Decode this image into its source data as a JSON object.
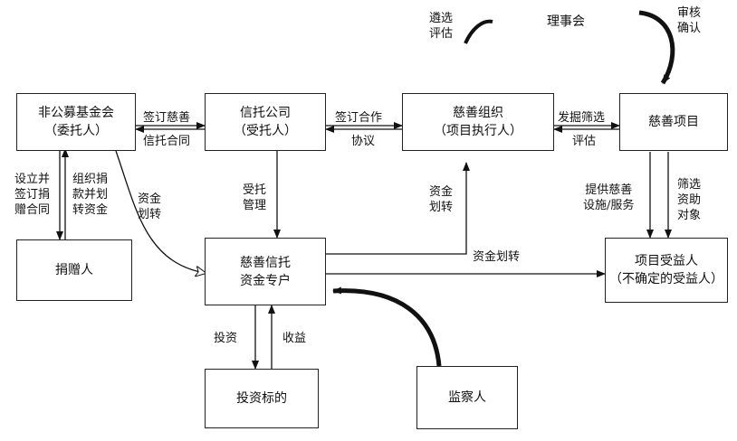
{
  "nodes": {
    "foundation": {
      "line1": "非公募基金会",
      "line2": "（委托人）"
    },
    "trust_company": {
      "line1": "信托公司",
      "line2": "（受托人）"
    },
    "charity_org": {
      "line1": "慈善组织",
      "line2": "（项目执行人）"
    },
    "charity_project": {
      "line1": "慈善项目"
    },
    "donor": {
      "line1": "捐赠人"
    },
    "trust_account": {
      "line1": "慈善信托",
      "line2": "资金专户"
    },
    "beneficiary": {
      "line1": "项目受益人",
      "line2": "（不确定的受益人）"
    },
    "investment_target": {
      "line1": "投资标的"
    },
    "supervisor": {
      "line1": "监察人"
    }
  },
  "council": {
    "label": "理事会",
    "select_eval": "遴选\n评估",
    "review_confirm": "审核\n确认"
  },
  "edges": {
    "sign_charity": "签订慈善",
    "trust_contract": "信托合同",
    "sign_coop": "签订合作",
    "agreement": "协议",
    "explore_select": "发掘筛选",
    "evaluate": "评估",
    "setup_sign": "设立并\n签订捐\n赠合同",
    "organize_donation": "组织捐\n款并划\n转资金",
    "fund_transfer_1": "资金\n划转",
    "entrusted_mgmt": "受托\n管理",
    "fund_transfer_2": "资金\n划转",
    "fund_transfer_3": "资金划转",
    "provide_facilities": "提供慈善\n设施/服务",
    "screen_recipients": "筛选\n资助\n对象",
    "invest": "投资",
    "returns": "收益"
  }
}
